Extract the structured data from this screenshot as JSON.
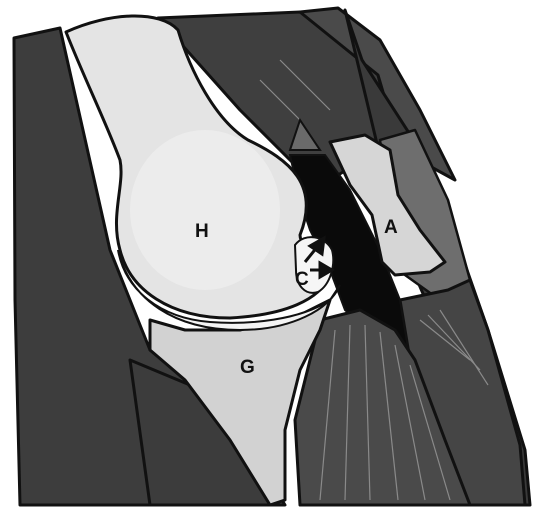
{
  "colors": {
    "background": "#ffffff",
    "outline": "#111111",
    "dark_tissue": "#3d3d3d",
    "mid_tissue": "#6e6e6e",
    "light_bone": "#d2d2d2",
    "pale_bone": "#e4e4e4",
    "gap": "#0a0a0a",
    "cartilage": "#f4f4f4"
  },
  "labels": {
    "h": "H",
    "a": "A",
    "c": "C",
    "g": "G"
  },
  "arrows": [
    {
      "name": "arrow-up-right"
    },
    {
      "name": "arrow-right"
    }
  ]
}
